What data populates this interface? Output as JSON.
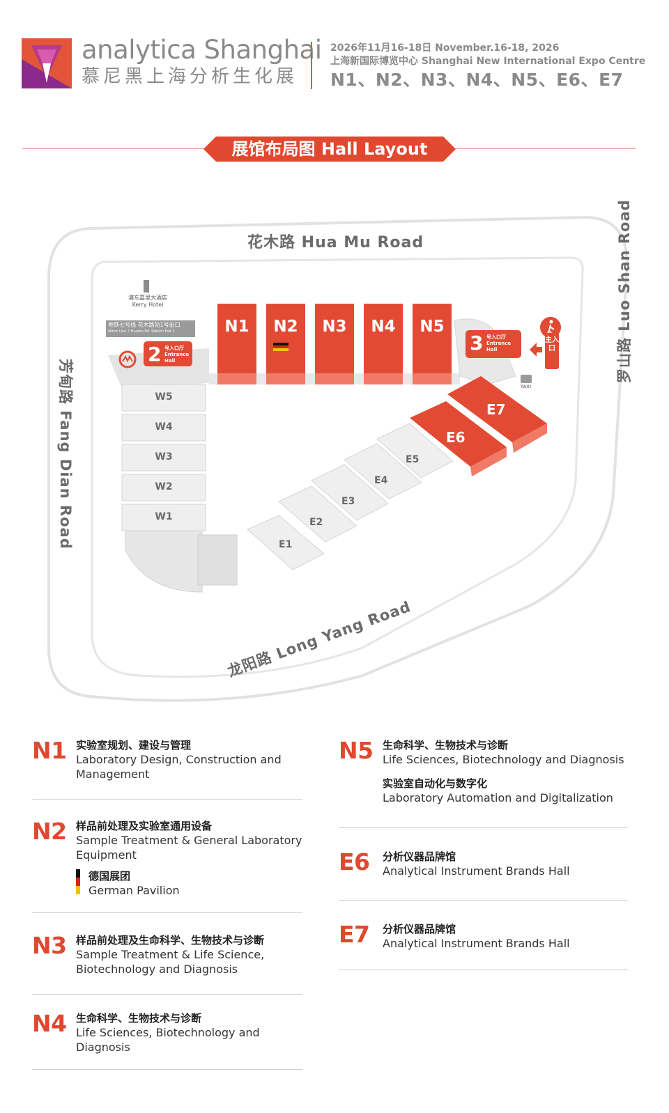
{
  "header": {
    "brand_en": "analytica Shanghai",
    "brand_cn": "慕尼黑上海分析生化展",
    "date": "2026年11月16-18日 November.16-18, 2026",
    "venue": "上海新国际博览中心 Shanghai New International Expo Centre",
    "halls": "N1、N2、N3、N4、N5、E6、E7"
  },
  "section_title": "展馆布局图 Hall Layout",
  "map": {
    "roads": {
      "north": "花木路   Hua Mu Road",
      "west": "芳甸路   Fang Dian Road",
      "east": "罗山路   Luo Shan Road",
      "south": "龙阳路   Long Yang Road"
    },
    "hotel_cn": "浦东嘉里大酒店",
    "hotel_en": "Kerry Hotel",
    "metro_cn": "地铁七号线 花木路站1号出口",
    "metro_en": "Metro Line 7 Huamu Rd. Station Exit 1",
    "entrance2": {
      "num": "2",
      "cn": "号入口厅",
      "en1": "Entrance",
      "en2": "Hall"
    },
    "entrance3": {
      "num": "3",
      "cn": "号入口厅",
      "en1": "Entrance",
      "en2": "Hall"
    },
    "main_entrance": "主入口",
    "taxi": "TAXI",
    "halls_north": [
      "N1",
      "N2",
      "N3",
      "N4",
      "N5"
    ],
    "halls_west": [
      "W5",
      "W4",
      "W3",
      "W2",
      "W1"
    ],
    "halls_east_gray": [
      "E5",
      "E4",
      "E3",
      "E2",
      "E1"
    ],
    "halls_east_red": [
      "E7",
      "E6"
    ],
    "accent": "#e34a33",
    "hall_gray": "#ececec"
  },
  "legend": {
    "n1": {
      "code": "N1",
      "cn": "实验室规划、建设与管理",
      "en": "Laboratory Design, Construction and Management"
    },
    "n2": {
      "code": "N2",
      "cn": "样品前处理及实验室通用设备",
      "en": "Sample Treatment & General Laboratory Equipment",
      "sub_cn": "德国展团",
      "sub_en": "German Pavilion"
    },
    "n3": {
      "code": "N3",
      "cn": "样品前处理及生命科学、生物技术与诊断",
      "en": "Sample Treatment & Life Science, Biotechnology and Diagnosis"
    },
    "n4": {
      "code": "N4",
      "cn": "生命科学、生物技术与诊断",
      "en": "Life Sciences, Biotechnology and Diagnosis"
    },
    "n5": {
      "code": "N5",
      "cn": "生命科学、生物技术与诊断",
      "en": "Life Sciences, Biotechnology and Diagnosis",
      "cn2": "实验室自动化与数字化",
      "en2": "Laboratory Automation and Digitalization"
    },
    "e6": {
      "code": "E6",
      "cn": "分析仪器品牌馆",
      "en": "Analytical Instrument Brands Hall"
    },
    "e7": {
      "code": "E7",
      "cn": "分析仪器品牌馆",
      "en": "Analytical Instrument Brands Hall"
    }
  }
}
